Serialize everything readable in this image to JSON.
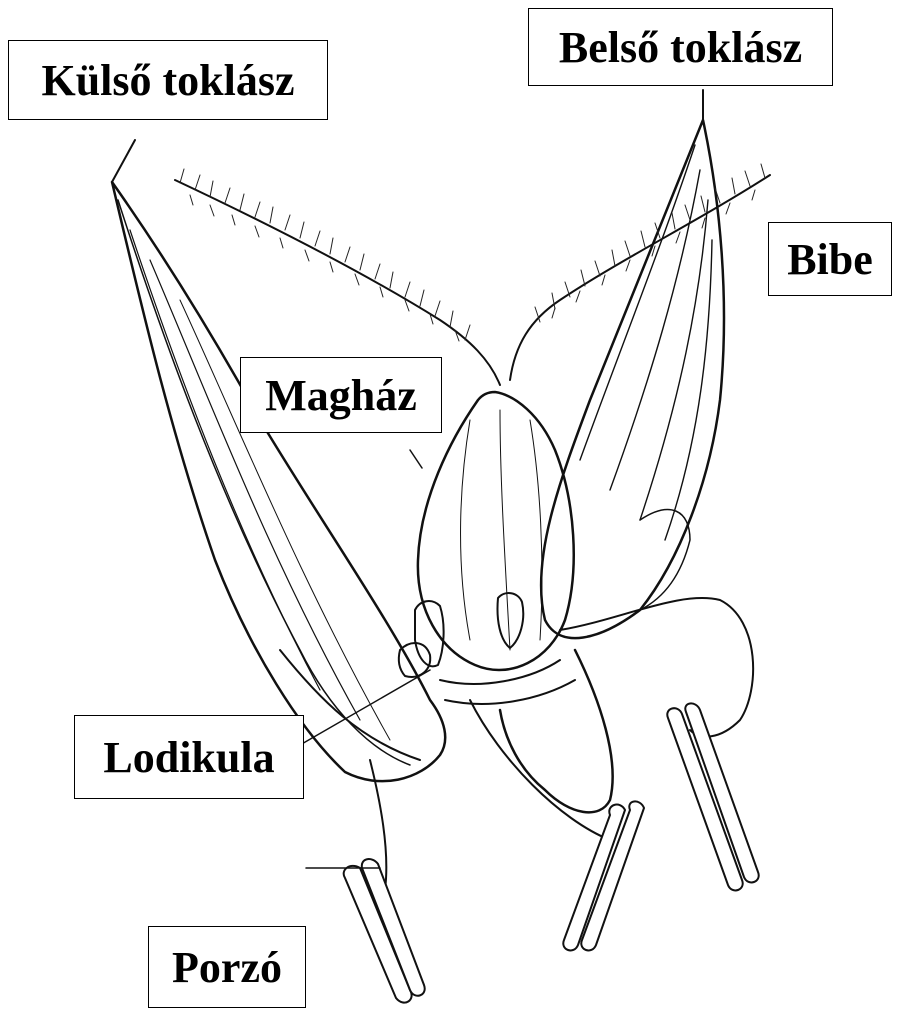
{
  "labels": {
    "outer_glume": "Külső toklász",
    "inner_glume": "Belső toklász",
    "stigma": "Bibe",
    "ovary": "Magház",
    "lodicule": "Lodikula",
    "stamen": "Porzó"
  },
  "colors": {
    "ink": "#111111",
    "label_border": "#000000",
    "background": "#ffffff"
  }
}
